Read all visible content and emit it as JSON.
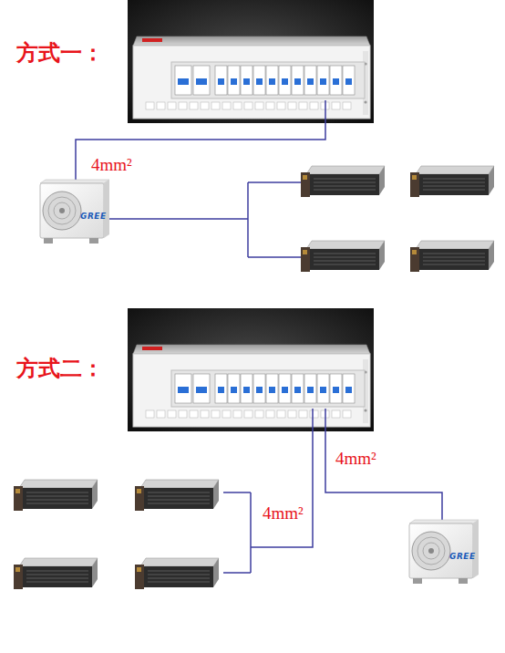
{
  "diagram": {
    "labels": [
      "方式一：",
      "4mm²",
      "GREE",
      "方式二：",
      "4mm²",
      "4mm²",
      "GREE"
    ]
  }
}
